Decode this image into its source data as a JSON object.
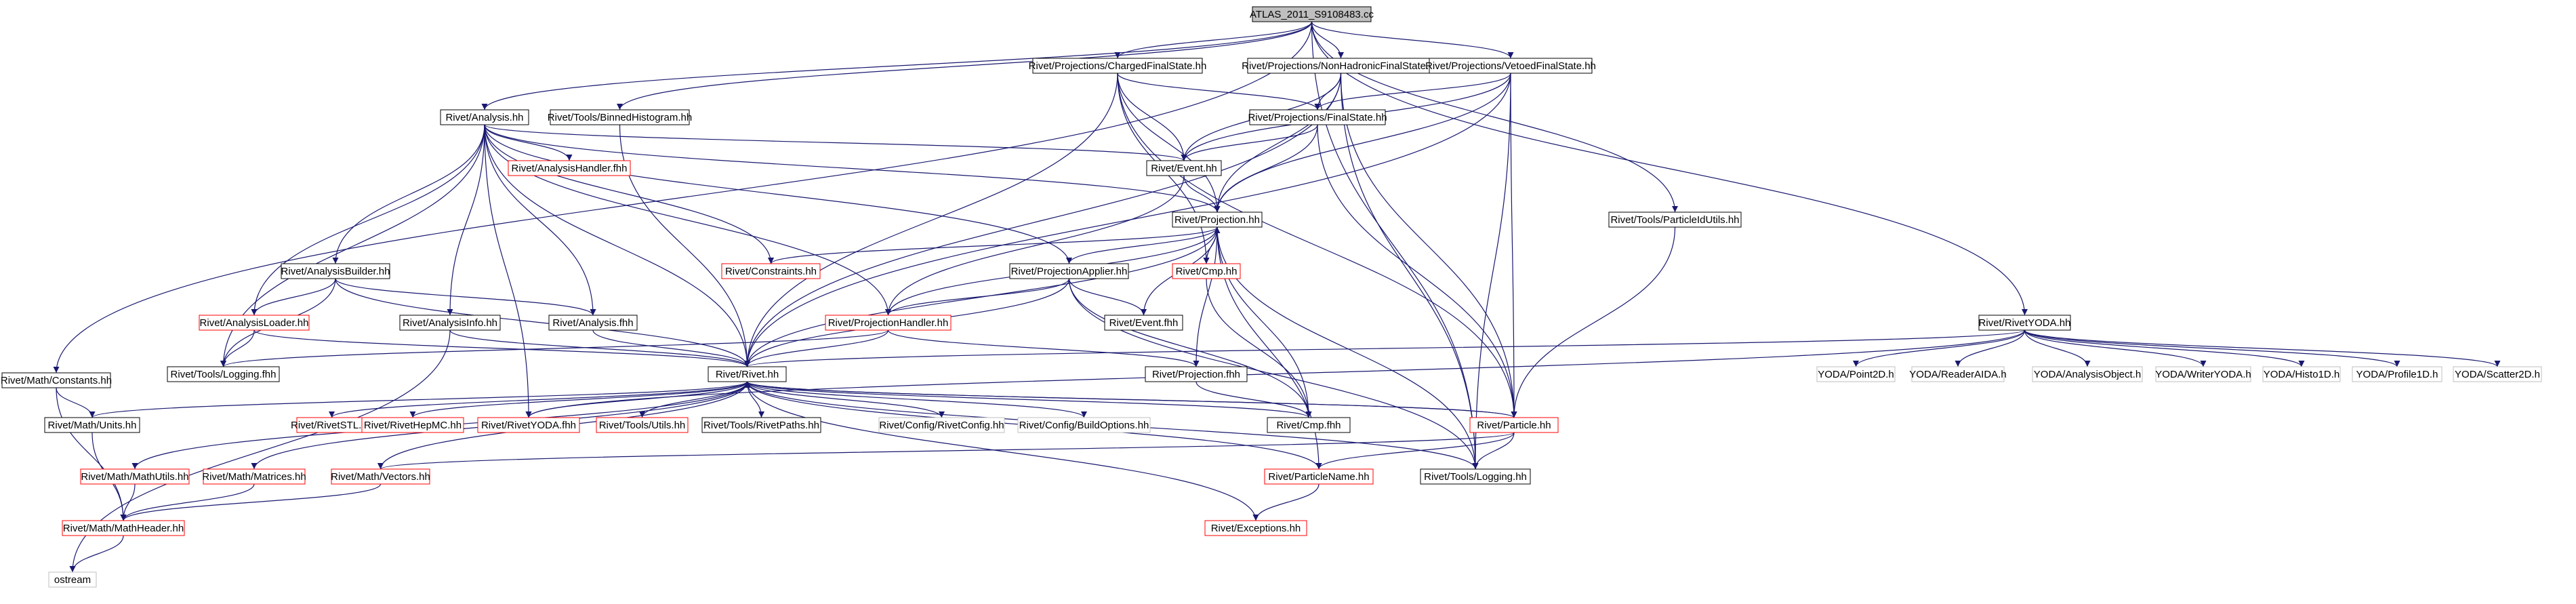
{
  "title": "ATLAS_2011_S9108483.cc",
  "colors": {
    "edge": "#191970",
    "box_black": "#000000",
    "box_red": "#ff0000",
    "box_grey": "#bfbfbf",
    "root_fill": "#bfbfbf",
    "text": "#000000"
  },
  "nodes": {
    "root": "ATLAS_2011_S9108483.cc",
    "mathconstants": "Rivet/Math/Constants.hh",
    "chargedfs": "Rivet/Projections/ChargedFinalState.hh",
    "nonhadfs": "Rivet/Projections/NonHadronicFinalState.hh",
    "vetoedfs": "Rivet/Projections/VetoedFinalState.hh",
    "analysis": "Rivet/Analysis.hh",
    "binnedhisto": "Rivet/Tools/BinnedHistogram.hh",
    "finalstate": "Rivet/Projections/FinalState.hh",
    "analysishandlerfhh": "Rivet/AnalysisHandler.fhh",
    "event": "Rivet/Event.hh",
    "projection": "Rivet/Projection.hh",
    "particleidutils": "Rivet/Tools/ParticleIdUtils.hh",
    "analysisbuilder": "Rivet/AnalysisBuilder.hh",
    "constraints": "Rivet/Constraints.hh",
    "cmp": "Rivet/Cmp.hh",
    "projectionapplier": "Rivet/ProjectionApplier.hh",
    "analysisloader": "Rivet/AnalysisLoader.hh",
    "analysisinfo": "Rivet/AnalysisInfo.hh",
    "analysisfhh": "Rivet/Analysis.fhh",
    "projectionhandler": "Rivet/ProjectionHandler.hh",
    "eventfhh": "Rivet/Event.fhh",
    "rivetyoda": "Rivet/RivetYODA.hh",
    "logging": "Rivet/Tools/Logging.fhh",
    "rivet": "Rivet/Rivet.hh",
    "projectionfhh": "Rivet/Projection.fhh",
    "point2d": "YODA/Point2D.h",
    "readeraida": "YODA/ReaderAIDA.h",
    "analysisobject": "YODA/AnalysisObject.h",
    "writeryoda": "YODA/WriterYODA.h",
    "histo1d": "YODA/Histo1D.h",
    "profile1d": "YODA/Profile1D.h",
    "scatter2d": "YODA/Scatter2D.h",
    "mathunits": "Rivet/Math/Units.hh",
    "rivetstl": "Rivet/RivetSTL.hh",
    "rivethepmc": "Rivet/RivetHepMC.hh",
    "rivetyodafhh": "Rivet/RivetYODA.fhh",
    "toolsutils": "Rivet/Tools/Utils.hh",
    "rivetpaths": "Rivet/Tools/RivetPaths.hh",
    "rivetconfig": "Rivet/Config/RivetConfig.hh",
    "buildoptions": "Rivet/Config/BuildOptions.hh",
    "cmpfhh": "Rivet/Cmp.fhh",
    "particle": "Rivet/Particle.hh",
    "mathutils": "Rivet/Math/MathUtils.hh",
    "matrices": "Rivet/Math/Matrices.hh",
    "vectors": "Rivet/Math/Vectors.hh",
    "particlename": "Rivet/ParticleName.hh",
    "loggingh": "Rivet/Tools/Logging.hh",
    "mathheader": "Rivet/Math/MathHeader.hh",
    "exceptions": "Rivet/Exceptions.hh",
    "ostream": "ostream"
  }
}
